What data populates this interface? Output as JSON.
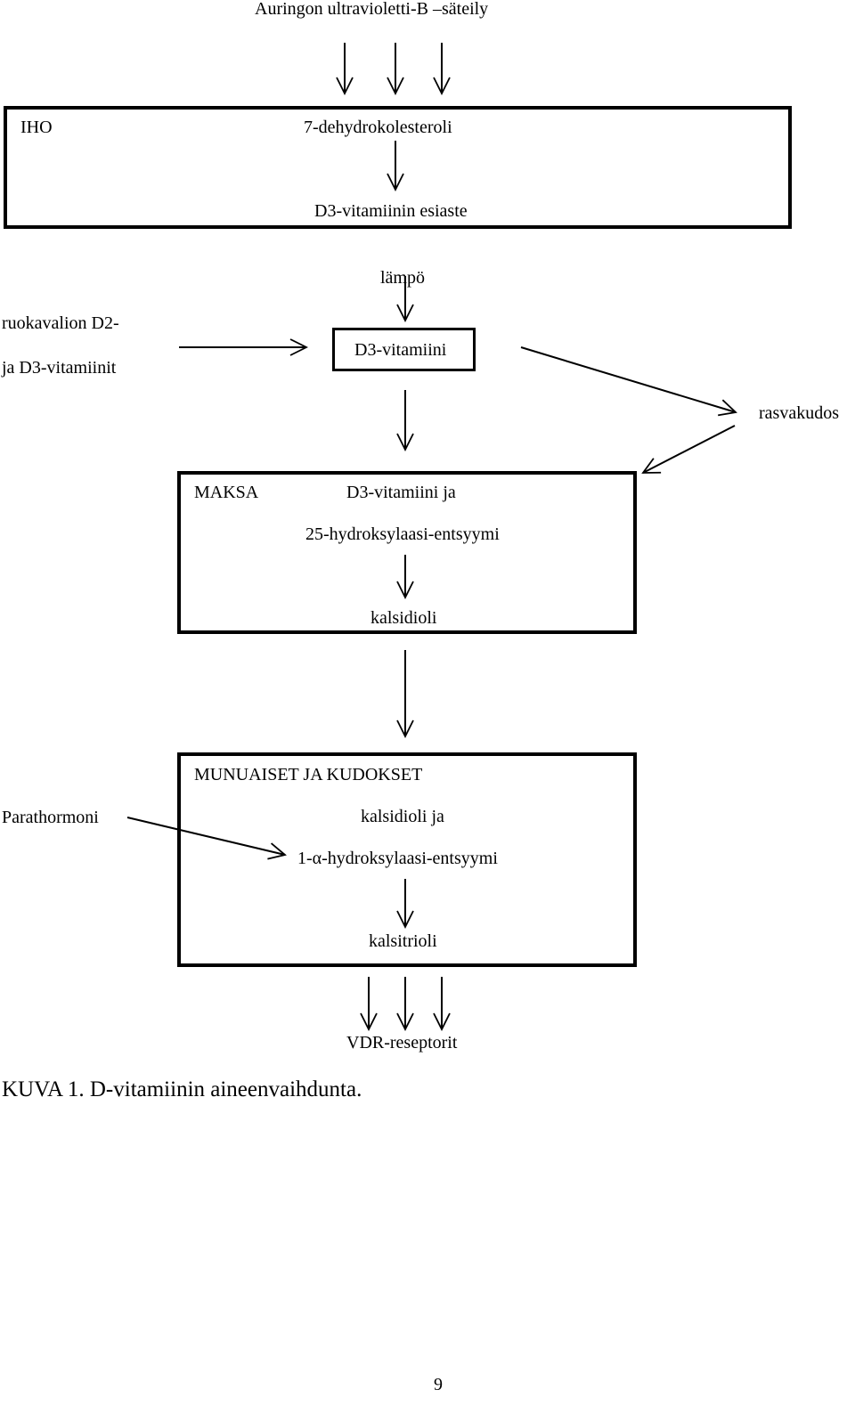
{
  "source": {
    "label": "Auringon ultravioletti-B –säteily"
  },
  "skin": {
    "title": "IHO",
    "substrate": "7-dehydrokolesteroli",
    "product": "D3-vitamiinin esiaste"
  },
  "heat_label": "lämpö",
  "diet": {
    "line1": "ruokavalion D2-",
    "line2": "ja D3-vitamiinit"
  },
  "vitamin_box": {
    "label": "D3-vitamiini"
  },
  "fat_tissue": "rasvakudos",
  "liver": {
    "title": "MAKSA",
    "line1": "D3-vitamiini ja",
    "line2": "25-hydroksylaasi-entsyymi",
    "product": "kalsidioli"
  },
  "kidney": {
    "title": "MUNUAISET JA KUDOKSET",
    "line1": "kalsidioli ja",
    "line2": "1-α-hydroksylaasi-entsyymi",
    "product": "kalsitrioli"
  },
  "parathormone": "Parathormoni",
  "receptors": "VDR-reseptorit",
  "caption": "KUVA 1. D-vitamiinin aineenvaihdunta.",
  "page_number": "9"
}
